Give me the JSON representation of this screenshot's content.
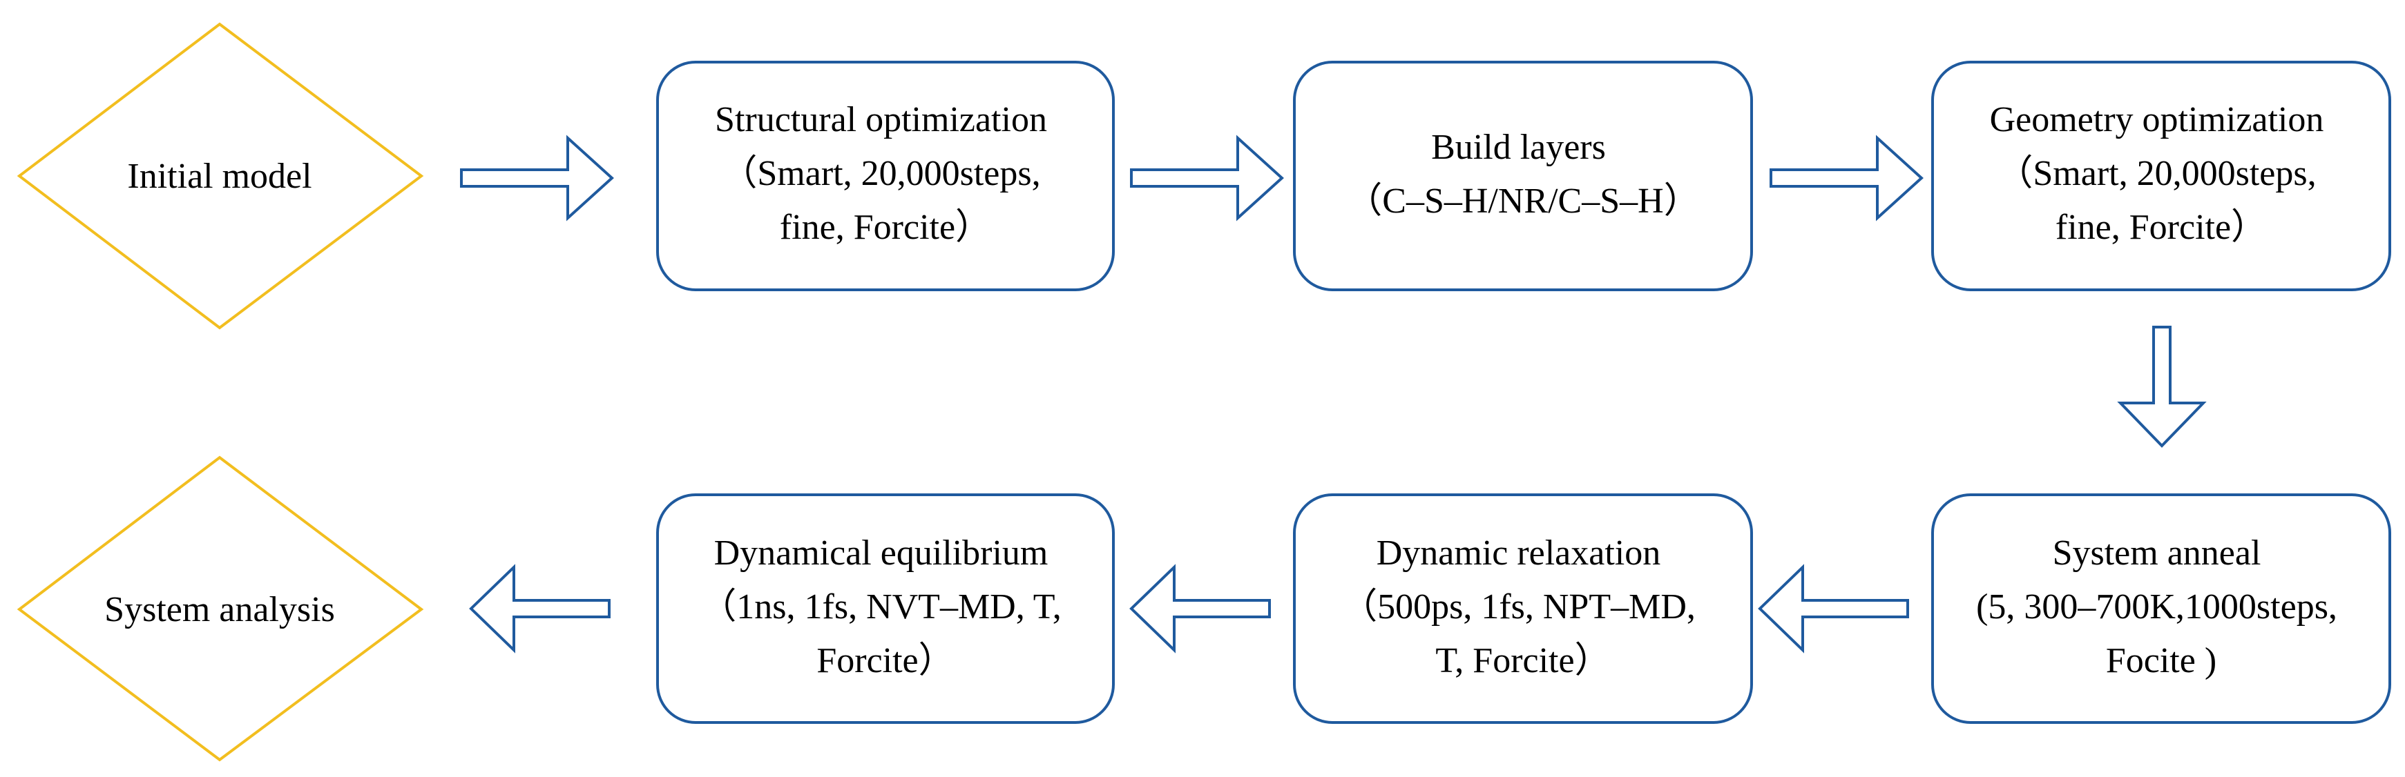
{
  "colors": {
    "decision_border": "#F2BE1F",
    "process_border": "#1F5A9E",
    "arrow_color": "#1F5A9E",
    "text": "#000000"
  },
  "nodes": {
    "initial_model": {
      "lines": [
        "Initial model"
      ]
    },
    "structural_optimization": {
      "lines": [
        "Structural optimization",
        "（Smart, 20,000steps,",
        "fine, Forcite）"
      ]
    },
    "build_layers": {
      "lines": [
        "Build layers",
        "（C–S–H/NR/C–S–H）"
      ]
    },
    "geometry_optimization": {
      "lines": [
        "Geometry optimization",
        "（Smart, 20,000steps,",
        "fine, Forcite）"
      ]
    },
    "system_anneal": {
      "lines": [
        "System anneal",
        "(5, 300–700K,1000steps,",
        "Focite )"
      ]
    },
    "dynamic_relaxation": {
      "lines": [
        "Dynamic relaxation",
        "（500ps, 1fs, NPT–MD,",
        "T, Forcite）"
      ]
    },
    "dynamical_equilibrium": {
      "lines": [
        "Dynamical equilibrium",
        "（1ns, 1fs, NVT–MD, T,",
        "Forcite）"
      ]
    },
    "system_analysis": {
      "lines": [
        "System analysis"
      ]
    }
  }
}
